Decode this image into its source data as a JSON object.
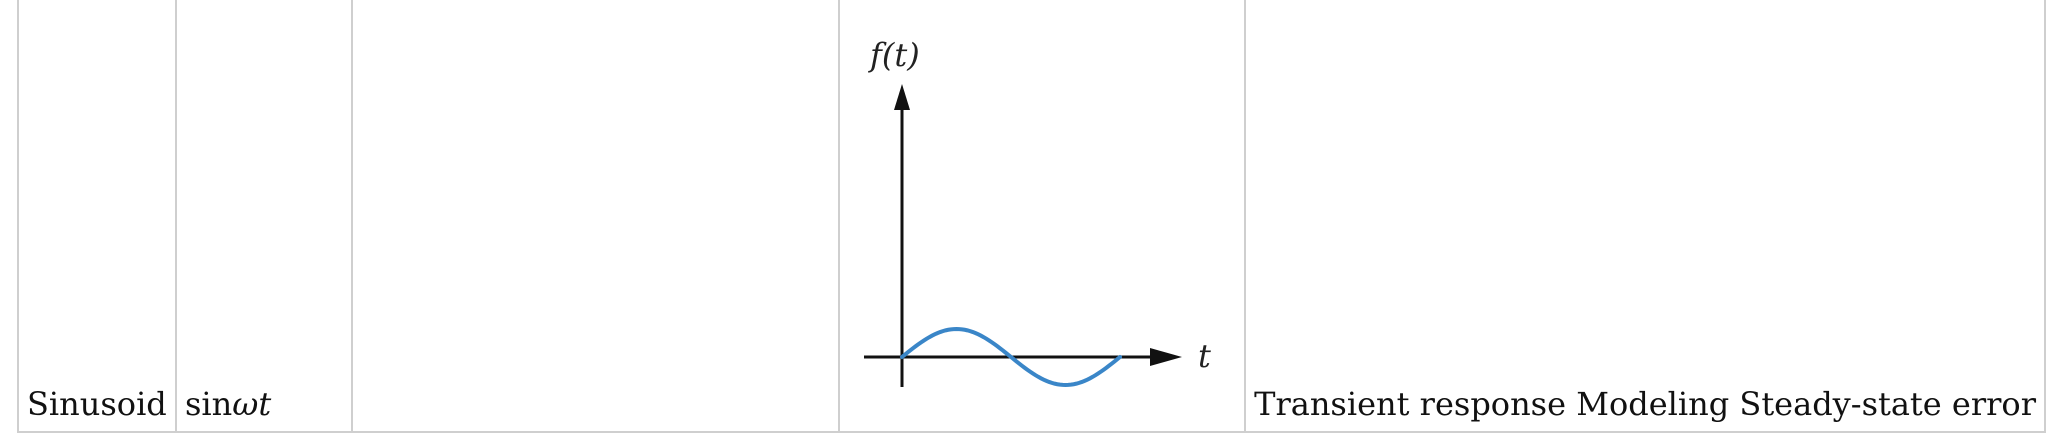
{
  "row": {
    "name": "Sinusoid",
    "function_prefix": "sin",
    "function_var": "ωt",
    "col3": "",
    "graph": {
      "y_label": "f(t)",
      "x_label": "t",
      "curve_color": "#3a86c8"
    },
    "uses": "Transient response Modeling Steady-state error"
  }
}
